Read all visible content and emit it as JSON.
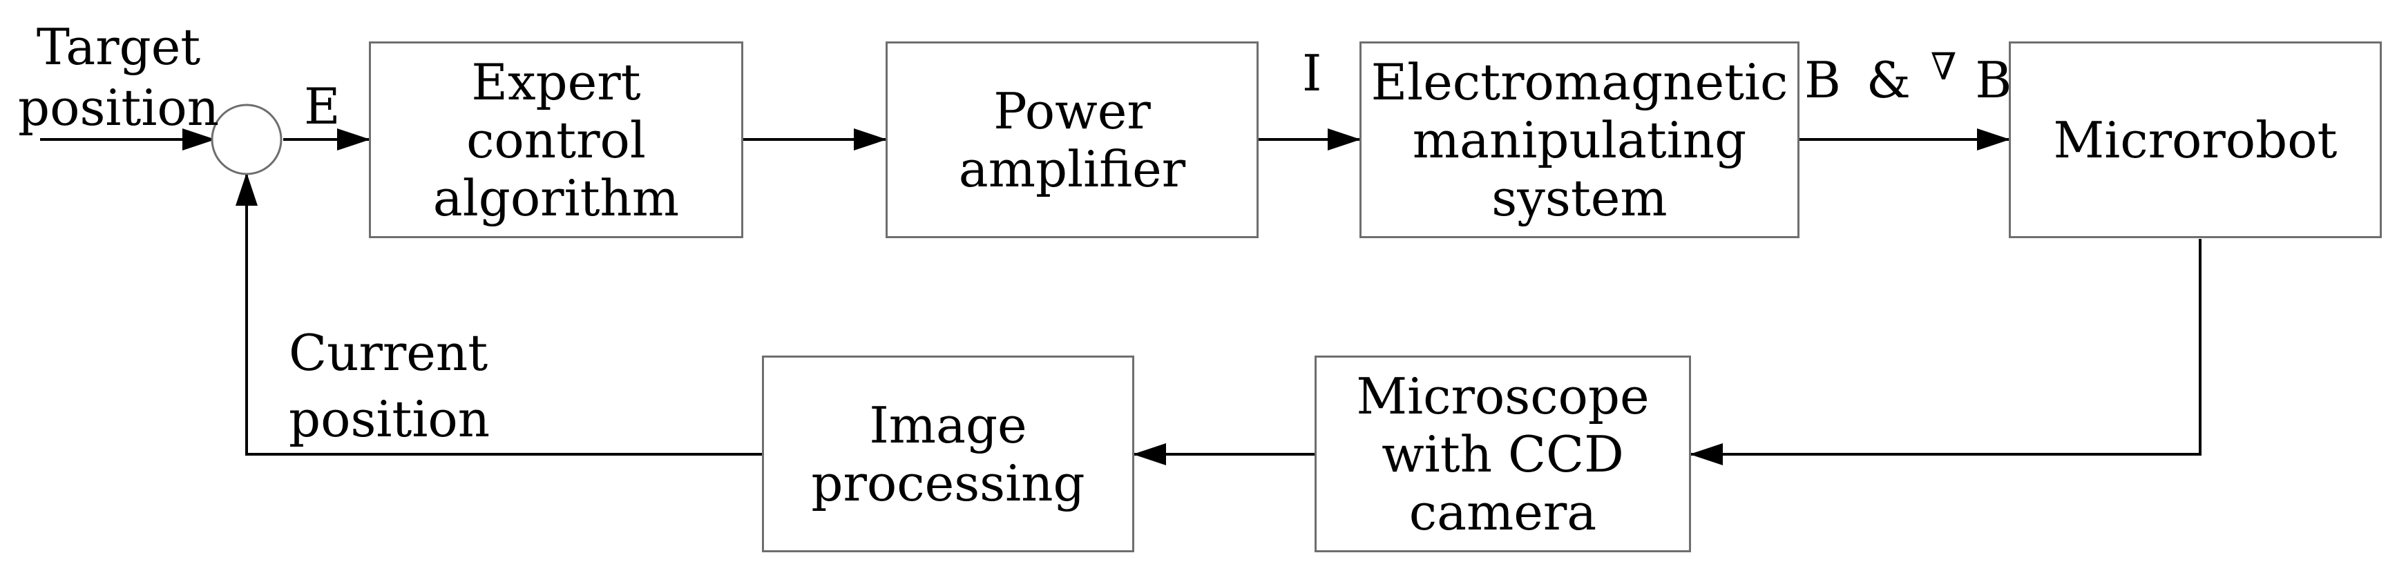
{
  "blocks": {
    "expert": [
      "Expert",
      "control",
      "algorithm"
    ],
    "power": [
      "Power",
      "amplifier"
    ],
    "electromagnetic": [
      "Electromagnetic",
      "manipulating",
      "system"
    ],
    "microrobot": [
      "Microrobot"
    ],
    "microscope": [
      "Microscope",
      "with CCD",
      "camera"
    ],
    "image": [
      "Image",
      "processing"
    ]
  },
  "signals": {
    "target": [
      "Target",
      "position"
    ],
    "error": "E",
    "current_signal": "I",
    "field_b": "B",
    "ampersand": "&",
    "gradient_symbol": "∇",
    "field_gradient_b": "B",
    "current_position": [
      "Current",
      "position"
    ]
  },
  "colors": {
    "line": "#000000",
    "box_border": "#6e6e6e"
  }
}
